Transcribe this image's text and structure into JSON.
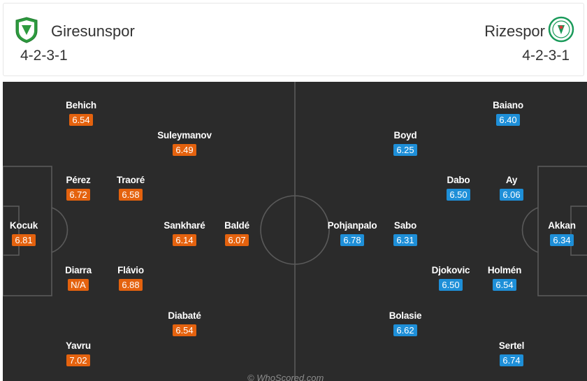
{
  "home": {
    "team": "Giresunspor",
    "formation": "4-2-3-1",
    "colors": {
      "rating": "#e4620e",
      "logo": "#2e9a3f"
    },
    "players": [
      {
        "name": "Behich",
        "rating": "6.54"
      },
      {
        "name": "Suleymanov",
        "rating": "6.49"
      },
      {
        "name": "Pérez",
        "rating": "6.72"
      },
      {
        "name": "Traoré",
        "rating": "6.58"
      },
      {
        "name": "Kocuk",
        "rating": "6.81"
      },
      {
        "name": "Sankharé",
        "rating": "6.14"
      },
      {
        "name": "Baldé",
        "rating": "6.07"
      },
      {
        "name": "Diarra",
        "rating": "N/A"
      },
      {
        "name": "Flávio",
        "rating": "6.88"
      },
      {
        "name": "Diabaté",
        "rating": "6.54"
      },
      {
        "name": "Yavru",
        "rating": "7.02"
      }
    ]
  },
  "away": {
    "team": "Rizespor",
    "formation": "4-2-3-1",
    "colors": {
      "rating": "#1e8fd8",
      "logo": "#1a9a5a"
    },
    "players": [
      {
        "name": "Baiano",
        "rating": "6.40"
      },
      {
        "name": "Boyd",
        "rating": "6.25"
      },
      {
        "name": "Dabo",
        "rating": "6.50"
      },
      {
        "name": "Ay",
        "rating": "6.06"
      },
      {
        "name": "Pohjanpalo",
        "rating": "6.78"
      },
      {
        "name": "Sabo",
        "rating": "6.31"
      },
      {
        "name": "Akkan",
        "rating": "6.34"
      },
      {
        "name": "Djokovic",
        "rating": "6.50"
      },
      {
        "name": "Holmén",
        "rating": "6.54"
      },
      {
        "name": "Bolasie",
        "rating": "6.62"
      },
      {
        "name": "Sertel",
        "rating": "6.74"
      }
    ]
  },
  "pitch": {
    "background": "#2b2b2b",
    "line_color": "#5a5a5a"
  },
  "watermark": "© WhoScored.com"
}
